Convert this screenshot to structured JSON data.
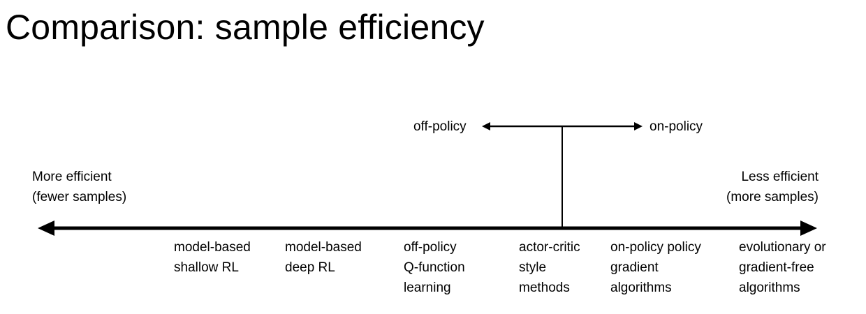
{
  "title": "Comparison: sample efficiency",
  "top_branch": {
    "left_label": "off-policy",
    "right_label": "on-policy"
  },
  "axis": {
    "left_label": [
      "More efficient",
      "(fewer samples)"
    ],
    "right_label": [
      "Less efficient",
      "(more samples)"
    ]
  },
  "categories": [
    [
      "model-based",
      "shallow RL"
    ],
    [
      "model-based",
      "deep RL"
    ],
    [
      "off-policy",
      "Q-function",
      "learning"
    ],
    [
      "actor-critic",
      "style",
      "methods"
    ],
    [
      "on-policy policy",
      "gradient",
      "algorithms"
    ],
    [
      "evolutionary or",
      "gradient-free",
      "algorithms"
    ]
  ],
  "colors": {
    "line": "#000000",
    "text": "#000000"
  }
}
